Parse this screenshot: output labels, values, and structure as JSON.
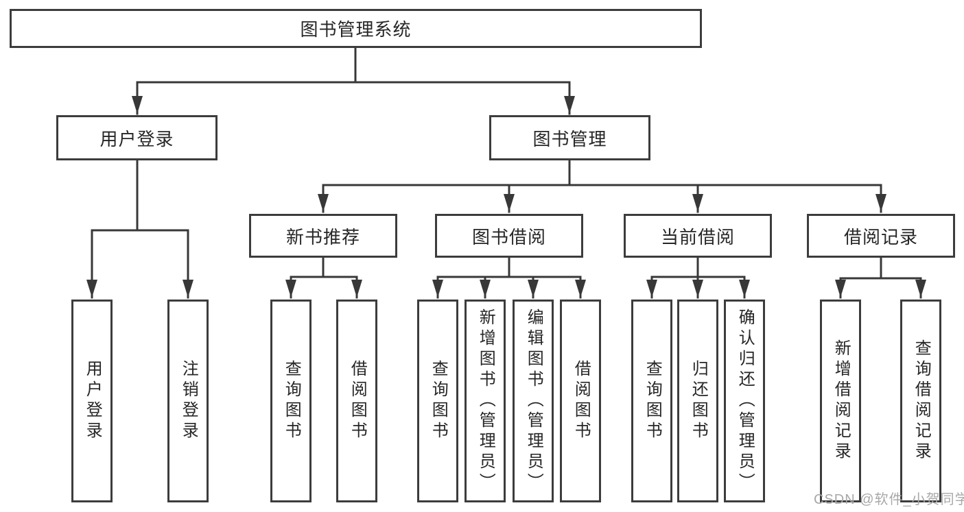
{
  "diagram": {
    "root": {
      "label": "图书管理系统"
    },
    "branches": [
      {
        "label": "用户登录",
        "children": [
          {
            "label": "用户登录"
          },
          {
            "label": "注销登录"
          }
        ]
      },
      {
        "label": "图书管理",
        "groups": [
          {
            "label": "新书推荐",
            "children": [
              {
                "label": "查询图书"
              },
              {
                "label": "借阅图书"
              }
            ]
          },
          {
            "label": "图书借阅",
            "children": [
              {
                "label": "查询图书"
              },
              {
                "label": "新增图书（管理员）"
              },
              {
                "label": "编辑图书（管理员）"
              },
              {
                "label": "借阅图书"
              }
            ]
          },
          {
            "label": "当前借阅",
            "children": [
              {
                "label": "查询图书"
              },
              {
                "label": "归还图书"
              },
              {
                "label": "确认归还（管理员）"
              }
            ]
          },
          {
            "label": "借阅记录",
            "children": [
              {
                "label": "新增借阅记录"
              },
              {
                "label": "查询借阅记录"
              }
            ]
          }
        ]
      }
    ]
  },
  "watermark": {
    "text": "CSDN @软件_小贺同学"
  },
  "colors": {
    "line": "#383838",
    "box_border": "#3c3c3c",
    "text": "#262626",
    "watermark": "#a8a8a8",
    "background": "#ffffff"
  }
}
